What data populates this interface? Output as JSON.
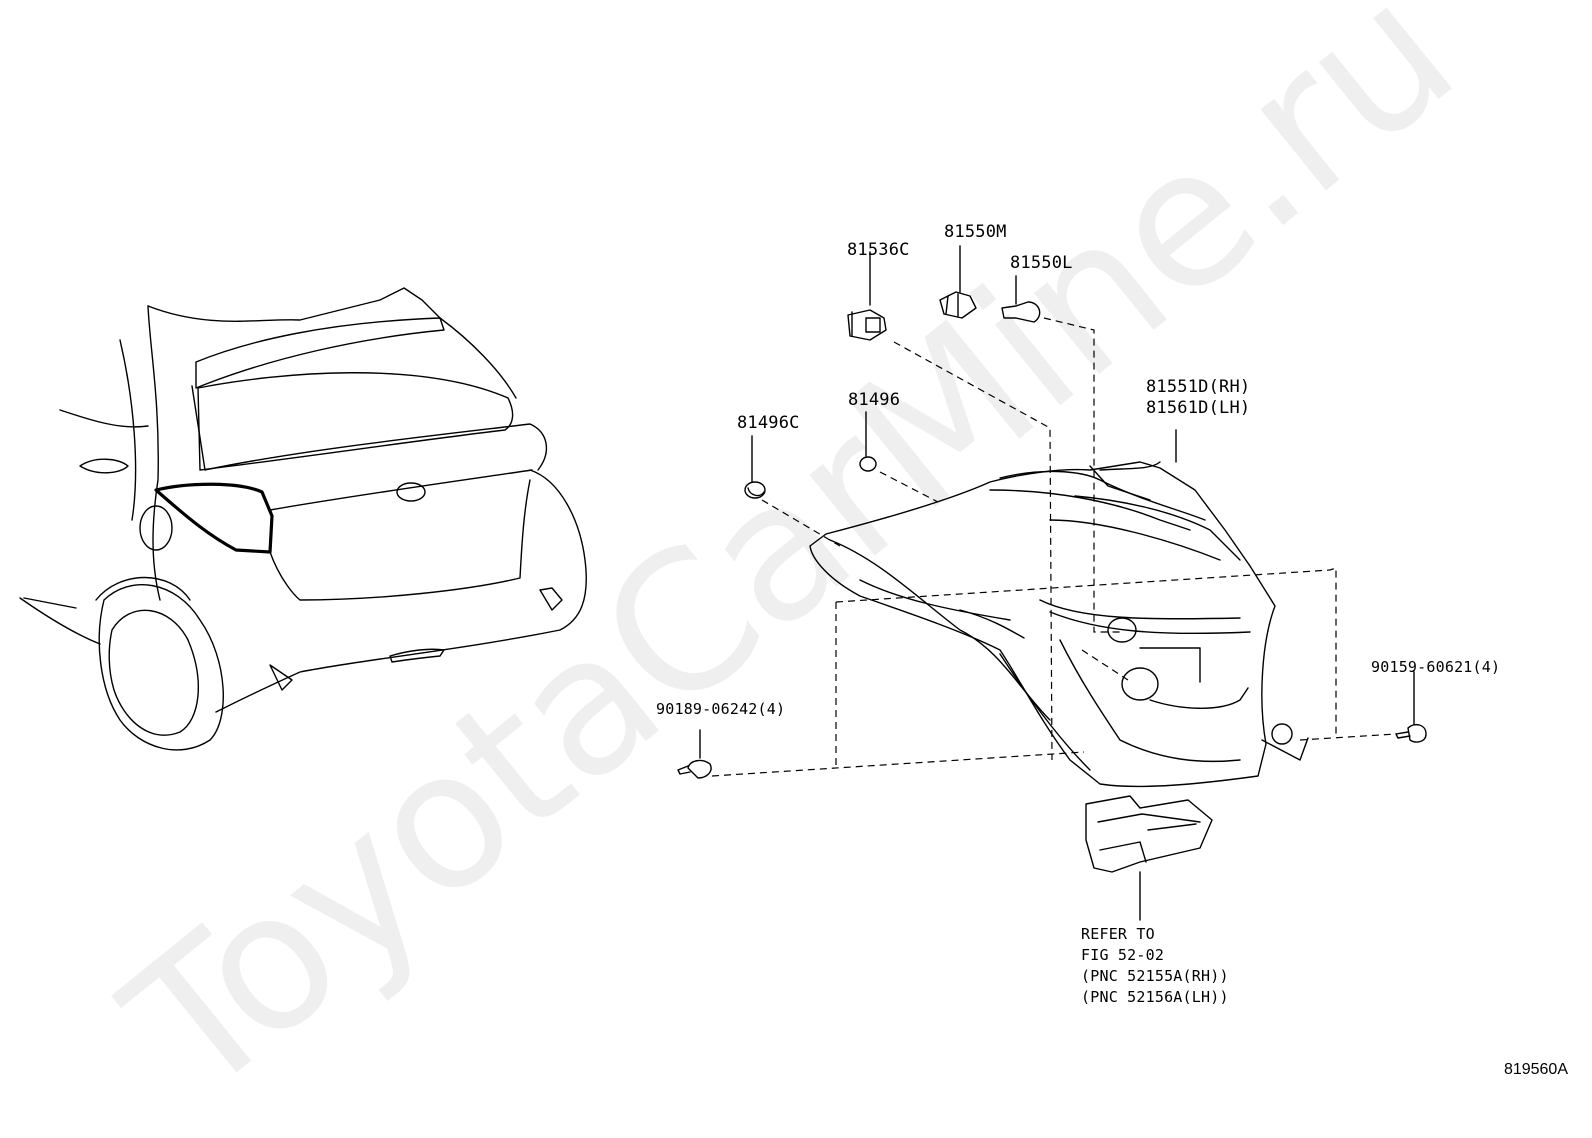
{
  "watermark": "ToyotaCarMine.ru",
  "figure_id": "819560A",
  "parts": {
    "p81536C": "81536C",
    "p81550M": "81550M",
    "p81550L": "81550L",
    "p81496C": "81496C",
    "p81496": "81496",
    "lamp_rh": "81551D(RH)",
    "lamp_lh": "81561D(LH)",
    "screw_left": "90189-06242(4)",
    "screw_right": "90159-60621(4)"
  },
  "refer": {
    "line1": "REFER TO",
    "line2": "FIG 52-02",
    "line3": "(PNC 52155A(RH))",
    "line4": "(PNC 52156A(LH))"
  }
}
